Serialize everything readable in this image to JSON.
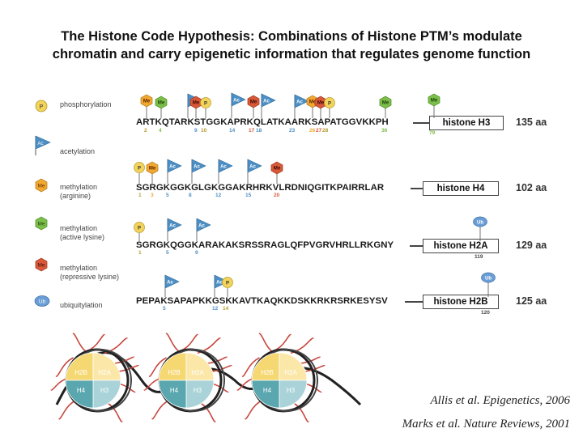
{
  "title": {
    "line1": "The Histone Code Hypothesis:  Combinations of Histone PTM’s modulate",
    "line2": "chromatin and carry epigenetic information that regulates genome function"
  },
  "legend": [
    {
      "symbol": "P",
      "shape": "circle",
      "color": "#f2d35b",
      "label": "phosphorylation",
      "sub": ""
    },
    {
      "symbol": "Ac",
      "shape": "flag",
      "color": "#4d8fc4",
      "label": "acetylation",
      "sub": ""
    },
    {
      "symbol": "Me",
      "shape": "hex",
      "color": "#f0a830",
      "label": "methylation",
      "sub": "(arginine)"
    },
    {
      "symbol": "Me",
      "shape": "hex",
      "color": "#7bbf4a",
      "label": "methylation",
      "sub": "(active lysine)"
    },
    {
      "symbol": "Me",
      "shape": "hex",
      "color": "#d9583a",
      "label": "methylation",
      "sub": "(repressive lysine)"
    },
    {
      "symbol": "Ub",
      "shape": "oval",
      "color": "#6b9ed6",
      "label": "ubiquitylation",
      "sub": ""
    }
  ],
  "histones": [
    {
      "sequence": "ARTKQTARKSTGGKAPRKQLATKAARKSAPATGGVKKPH",
      "name": "histone H3",
      "length": "135 aa",
      "positions": [
        "2",
        "4",
        "9",
        "10",
        "14",
        "17",
        "18",
        "23",
        "26",
        "27",
        "28",
        "36",
        "79"
      ]
    },
    {
      "sequence": "SGRGKGGKGLGKGGAKRHRKVLRDNIQGITKPAIRRLAR",
      "name": "histone H4",
      "length": "102 aa",
      "positions": [
        "1",
        "3",
        "5",
        "8",
        "12",
        "15",
        "20"
      ]
    },
    {
      "sequence": "SGRGKQGGKARAKAKSRSSRAGLQFPVGRVHRLLRKGNY",
      "name": "histone H2A",
      "length": "129 aa",
      "positions": [
        "1",
        "5",
        "9",
        "119"
      ]
    },
    {
      "sequence": "PEPAKSAPAPKKGSKKAVTKAQKKDSKKRKRSRKESYSV",
      "name": "histone H2B",
      "length": "125 aa",
      "positions": [
        "5",
        "12",
        "14",
        "120"
      ]
    }
  ],
  "modification_symbols": {
    "p": "P",
    "ac": "Ac",
    "me": "Me",
    "ub": "Ub"
  },
  "nucleosome_labels": {
    "h2b": "H2B",
    "h2a": "H2A",
    "h4": "H4",
    "h3": "H3"
  },
  "colors": {
    "yellow_quadrant": "#f6d873",
    "teal_quadrant": "#5aa7b0",
    "tail": "#c8483f"
  },
  "citations": [
    "Allis et al. Epigenetics, 2006",
    "Marks et al. Nature Reviews, 2001"
  ]
}
